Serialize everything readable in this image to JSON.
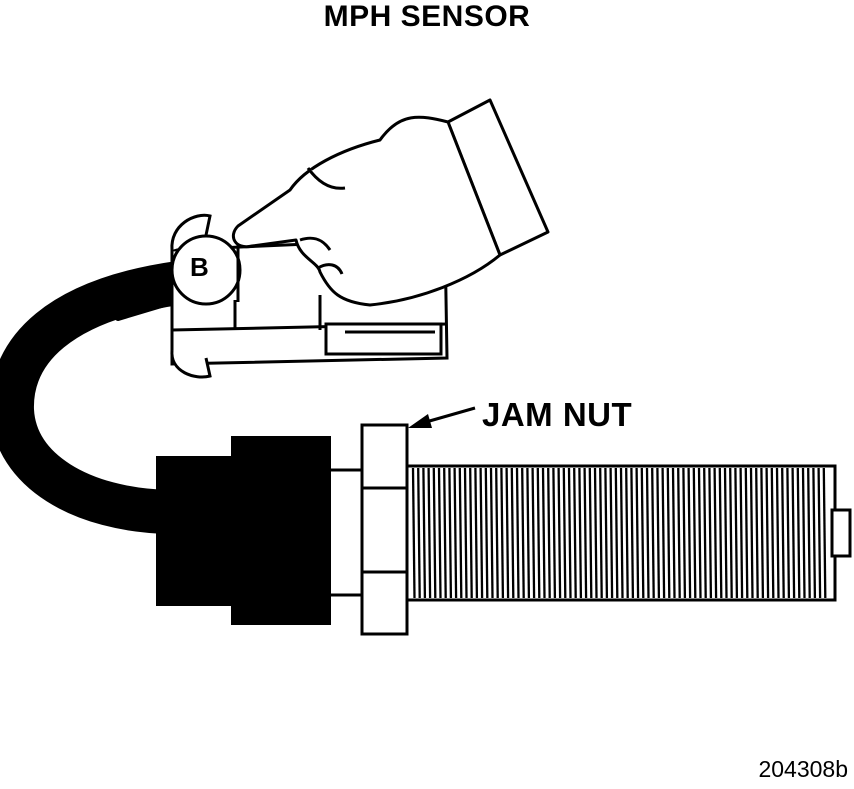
{
  "title": "MPH SENSOR",
  "callouts": {
    "jam_nut": "JAM NUT",
    "terminal_letter": "B"
  },
  "figure_number": "204308b",
  "colors": {
    "ink": "#000000",
    "paper": "#ffffff"
  }
}
